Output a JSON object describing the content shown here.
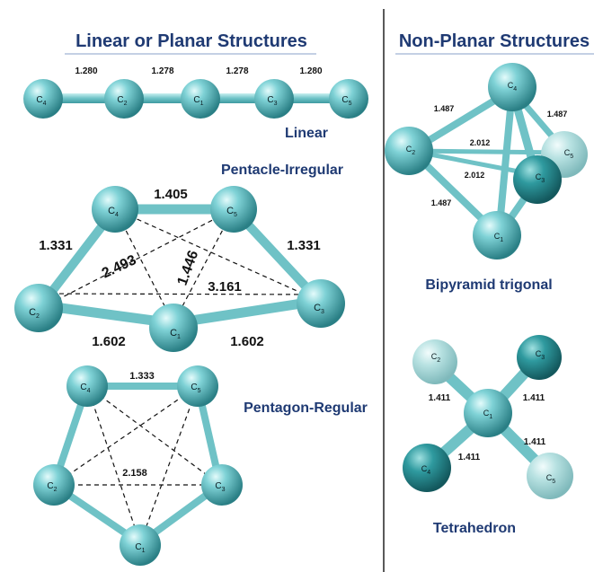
{
  "sections": {
    "planar_title": "Linear or Planar Structures",
    "nonplanar_title": "Non-Planar Structures"
  },
  "structures": {
    "linear": {
      "label": "Linear",
      "bonds": [
        "1.280",
        "1.278",
        "1.278",
        "1.280"
      ],
      "atoms": [
        "C4",
        "C2",
        "C1",
        "C3",
        "C5"
      ]
    },
    "pentacle": {
      "label": "Pentacle-Irregular",
      "bonds": {
        "c4_c5": "1.405",
        "c2_c4": "1.331",
        "c5_c3": "1.331",
        "c4_c3": "2.493",
        "c5_c1": "1.446",
        "c2_c3": "3.161",
        "c2_c1": "1.602",
        "c1_c3": "1.602"
      },
      "atoms": [
        "C4",
        "C5",
        "C2",
        "C1",
        "C3"
      ]
    },
    "pentagon": {
      "label": "Pentagon-Regular",
      "bonds": {
        "c4_c5": "1.333",
        "c2_c3": "2.158"
      },
      "atoms": [
        "C4",
        "C5",
        "C2",
        "C3",
        "C1"
      ]
    },
    "bipyramid": {
      "label": "Bipyramid trigonal",
      "bonds": {
        "c4_c2": "1.487",
        "c4_c5": "1.487",
        "c2_c5": "2.012",
        "c2_c3": "2.012",
        "c2_c1": "1.487"
      },
      "atoms": [
        "C4",
        "C2",
        "C5",
        "C3",
        "C1"
      ]
    },
    "tetrahedron": {
      "label": "Tetrahedron",
      "bonds": {
        "c1_c2": "1.411",
        "c1_c3": "1.411",
        "c1_c4": "1.411",
        "c1_c5": "1.411"
      },
      "atoms": [
        "C2",
        "C3",
        "C1",
        "C4",
        "C5"
      ]
    }
  },
  "colors": {
    "heading": "#1f3a73",
    "atom": "#5ec1c6",
    "atom_dark": "#2d8e94",
    "atom_faint": "#a7d9d9",
    "bond": "#79c8cc",
    "dashed": "#111111",
    "divider": "#222222"
  }
}
